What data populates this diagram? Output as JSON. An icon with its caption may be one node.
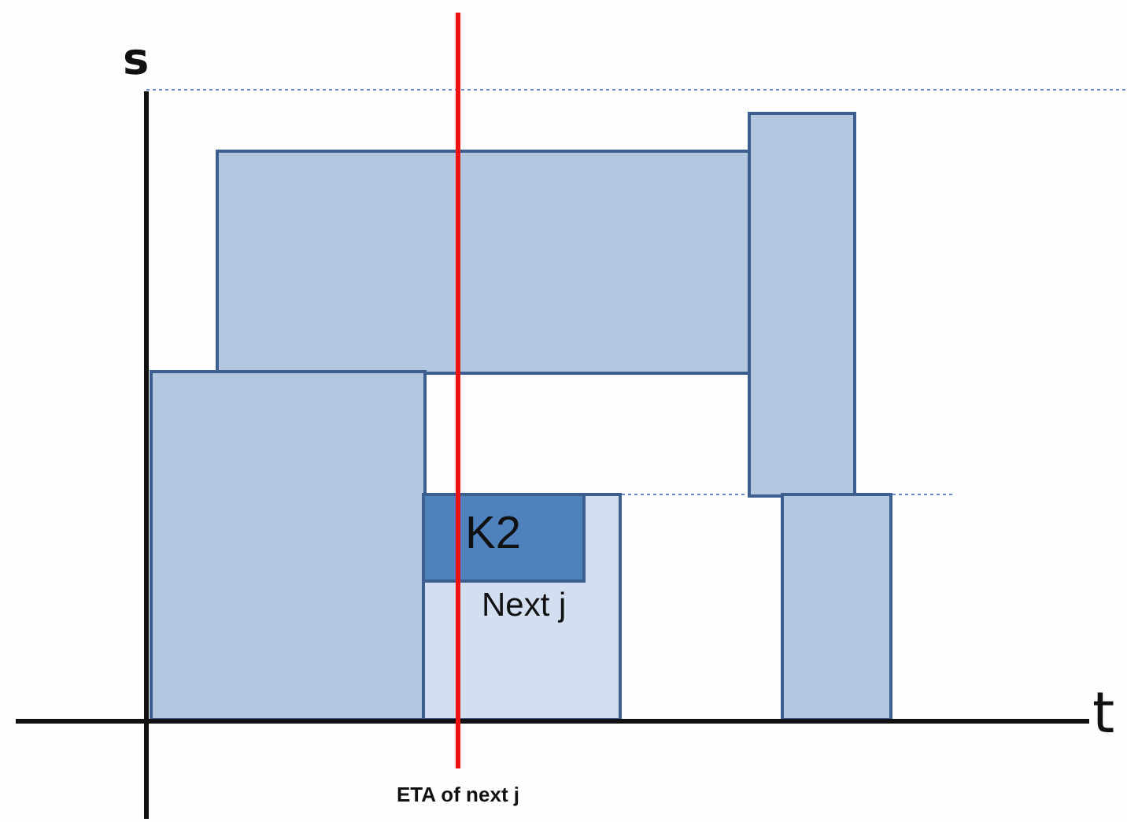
{
  "diagram": {
    "nodes": [
      {
        "text": [],
        "shape": "box"
      },
      {
        "text": [],
        "shape": "box"
      },
      {
        "text": [],
        "shape": "box"
      },
      {
        "text": [
          "Next j"
        ]
      },
      {
        "text": [
          "K2"
        ],
        "in": 3
      },
      {
        "text": [],
        "shape": "box"
      }
    ],
    "labels": [
      "s",
      "t",
      "ETA of next j"
    ]
  }
}
